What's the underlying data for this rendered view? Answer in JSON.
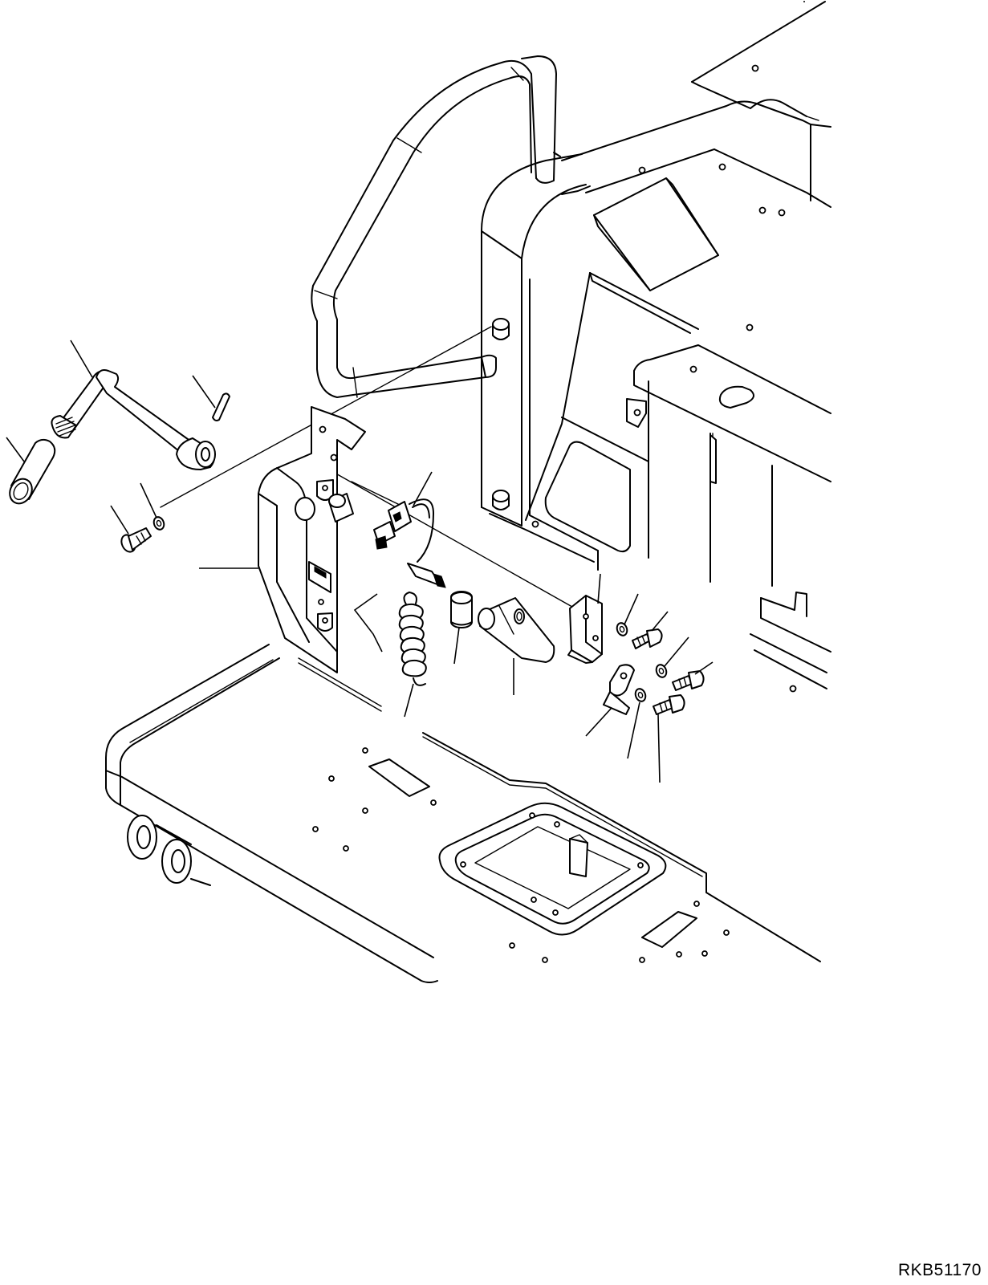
{
  "drawing": {
    "code": "RKB51170"
  },
  "parts": [
    {
      "id": "lever-handle"
    },
    {
      "id": "lever-grip"
    },
    {
      "id": "spring-pin"
    },
    {
      "id": "bolt-small"
    },
    {
      "id": "washer-small"
    },
    {
      "id": "lock-bracket"
    },
    {
      "id": "limit-switch"
    },
    {
      "id": "return-spring"
    },
    {
      "id": "bushing"
    },
    {
      "id": "lock-pin"
    },
    {
      "id": "switch-bracket"
    },
    {
      "id": "washer-a"
    },
    {
      "id": "bolt-a"
    },
    {
      "id": "washer-b"
    },
    {
      "id": "bolt-b"
    },
    {
      "id": "stopper-plate"
    },
    {
      "id": "washer-c"
    },
    {
      "id": "bolt-c"
    }
  ]
}
